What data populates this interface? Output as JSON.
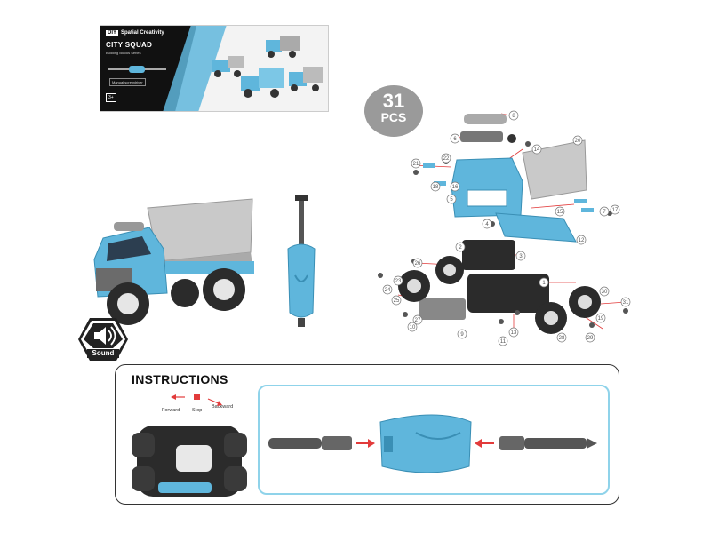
{
  "package": {
    "brand_badge": "DIY",
    "brand": "Spatial Creativity",
    "title": "CITY SQUAD",
    "subtitle": "Building Blocks Series",
    "tool_caption": "Manual screwdriver",
    "age": "3+"
  },
  "pieces_badge": {
    "count": "31",
    "unit": "PCS"
  },
  "sound_badge": {
    "label": "Sound",
    "icon": "speaker-icon"
  },
  "instructions": {
    "title": "INSTRUCTIONS",
    "switch_labels": {
      "forward": "Forward",
      "stop": "Stop",
      "backward": "Backward"
    }
  },
  "part_numbers": [
    "1",
    "2",
    "3",
    "4",
    "5",
    "6",
    "7",
    "8",
    "9",
    "10",
    "11",
    "12",
    "13",
    "14",
    "15",
    "16",
    "17",
    "18",
    "19",
    "20",
    "21",
    "22",
    "23",
    "24",
    "25",
    "26",
    "27",
    "28",
    "29",
    "30",
    "31"
  ],
  "colors": {
    "toy_blue": "#5fb6dc",
    "body_grey": "#c8c8c8",
    "dark": "#2b2b2b",
    "accent_red": "#e23b3b",
    "frame_cyan": "#8fd3ea"
  }
}
